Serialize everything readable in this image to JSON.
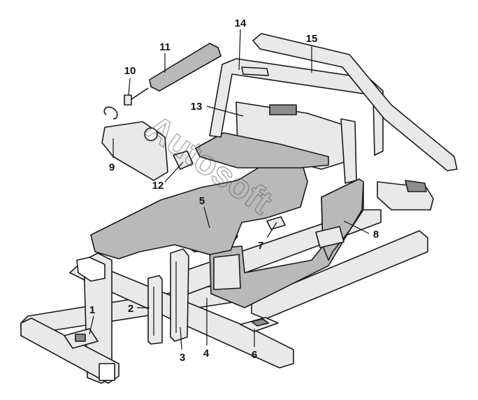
{
  "diagram": {
    "callouts": [
      {
        "id": "1",
        "label": "1"
      },
      {
        "id": "2",
        "label": "2"
      },
      {
        "id": "3",
        "label": "3"
      },
      {
        "id": "4",
        "label": "4"
      },
      {
        "id": "5",
        "label": "5"
      },
      {
        "id": "6",
        "label": "6"
      },
      {
        "id": "7",
        "label": "7"
      },
      {
        "id": "8",
        "label": "8"
      },
      {
        "id": "9",
        "label": "9"
      },
      {
        "id": "10",
        "label": "10"
      },
      {
        "id": "11",
        "label": "11"
      },
      {
        "id": "12",
        "label": "12"
      },
      {
        "id": "13",
        "label": "13"
      },
      {
        "id": "14",
        "label": "14"
      },
      {
        "id": "15",
        "label": "15"
      }
    ],
    "watermark": "Autosoft",
    "colors": {
      "line": "#1a1a1a",
      "carpet": "#b9b9b9",
      "shade": "#8d8d8d",
      "paper": "#ffffff"
    }
  }
}
